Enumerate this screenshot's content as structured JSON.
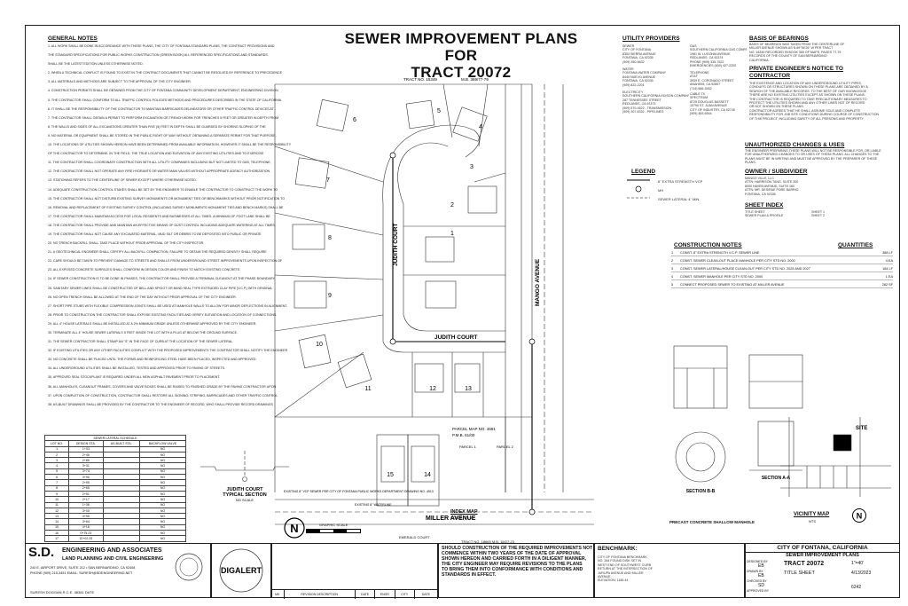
{
  "title": {
    "line1": "SEWER IMPROVEMENT PLANS",
    "line2": "FOR",
    "line3": "TRACT 20072"
  },
  "general_notes": {
    "heading": "GENERAL NOTES",
    "items": [
      "1. ALL WORK SHALL BE DONE IN ACCORDANCE WITH THESE PLANS, THE CITY OF FONTANA STANDARD PLANS, THE CONTRACT PROVISIONS AND",
      "THE STANDARD SPECIFICATIONS FOR PUBLIC WORKS CONSTRUCTION (GREEN BOOK) ALL REFERENCED SPECIFICATIONS AND STANDARDS",
      "SHALL BE THE LATEST EDITION UNLESS OTHERWISE NOTED.",
      "2. WHEN A TECHNICAL CONFLICT IS FOUND TO EXIST IN THE CONTRACT DOCUMENTS THAT CANNOT BE RESOLVED BY REFERENCE TO PRECEDENCE",
      "3. ALL MATERIALS AND METHODS ARE SUBJECT TO THE APPROVAL OF THE CITY ENGINEER.",
      "4. CONSTRUCTION PERMITS SHALL BE OBTAINED FROM THE CITY OF FONTANA COMMUNITY DEVELOPMENT DEPARTMENT, ENGINEERING DIVISION",
      "5. THE CONTRACTOR SHALL CONFORM TO ALL TRAFFIC CONTROL POLICIES METHODS AND PROCEDURES DESCRIBED IN THE STATE OF CALIFORNIA",
      "6. IT SHALL BE THE RESPONSIBILITY OF THE CONTRACTOR TO MAINTAIN BARRICADES DELINEATORS OR OTHER TRAFFIC CONTROL DEVICES AT",
      "7. THE CONTRACTOR SHALL OBTAIN A PERMIT TO PERFORM EXCAVATION OR TRENCH WORK FOR TRENCHES 5 FEET OR GREATER IN DEPTH FROM",
      "8. THE WALLS AND SIDES OF ALL EXCAVATIONS GREATER THAN FIVE (5) FEET IN DEPTH SHALL BE GUARDED BY SHORING SLOPING OF THE",
      "9. NO MATERIAL OR EQUIPMENT SHALL BE STORED IN THE PUBLIC RIGHT OF WAY WITHOUT OBTAINING A SEPARATE PERMIT FOR THAT PURPOSE.",
      "10. THE LOCATIONS OF UTILITIES SHOWN HEREON HAVE BEEN DETERMINED FROM AVAILABLE INFORMATION, HOWEVER IT SHALL BE THE RESPONSIBILITY",
      "OF THE CONTRACTOR TO DETERMINE, IN THE FIELD, THE TRUE LOCATION AND ELEVATION OF ANY EXISTING UTILITIES AND TO EXERCISE",
      "11. THE CONTRACTOR SHALL COORDINATE CONSTRUCTION WITH ALL UTILITY COMPANIES INCLUDING BUT NOT LIMITED TO GAS, TELEPHONE,",
      "12. THE CONTRACTOR SHALL NOT OPERATE ANY FIRE HYDRANTS OR WATER MAIN VALVES WITHOUT APPROPRIATE AGENCY AUTHORIZATION.",
      "13. STATIONING REFERS TO THE CENTERLINE OF SEWER EXCEPT WHERE OTHERWISE NOTED.",
      "14. ADEQUATE CONSTRUCTION CONTROL STAKES SHALL BE SET BY THE ENGINEER TO ENABLE THE CONTRACTOR TO CONSTRUCT THE WORK TO",
      "15. THE CONTRACTOR SHALL NOT DISTURB EXISTING SURVEY MONUMENTS OR MONUMENT TIES OR BENCHMARKS WITHOUT PRIOR NOTIFICATION TO",
      "16. REMOVAL AND REPLACEMENT OF EXISTING SURVEY CONTROL (INCLUDING SURVEY MONUMENTS MONUMENT TIES AND BENCH MARKS) SHALL BE",
      "17. THE CONTRACTOR SHALL MAINTAIN ACCESS FOR LOCAL RESIDENTS AND BUSINESSES AT ALL TIMES. A MINIMUM OF FOOT LANE SHALL BE",
      "18. THE CONTRACTOR SHALL PROVIDE AND MAINTAIN AN EFFECTIVE MEANS OF DUST CONTROL INCLUDING ADEQUATE WATERING AT ALL TIMES.",
      "19. THE CONTRACTOR SHALL NOT CAUSE ANY EXCAVATED MATERIAL, MUD SILT OR DEBRIS TO BE DEPOSITED INTO PUBLIC OR PRIVATE",
      "20. NO TRENCH BACKFILL SHALL TAKE PLACE WITHOUT PRIOR APPROVAL OF THE CITY INSPECTOR.",
      "21. A GEOTECHNICAL ENGINEER SHALL CERTIFY ALL BACKFILL COMPACTION. FAILURE TO OBTAIN THE REQUIRED DENSITY SHALL REQUIRE",
      "22. CARE SHOULD BE TAKEN TO PREVENT DAMAGE TO STREETS AND SHALLS FROM UNDERGROUND STREET IMPROVEMENTS UPON INSPECTION OF",
      "23. ALL EXPOSED CONCRETE SURFACES SHALL CONFORM IN DESIGN COLOR AND FINISH TO MATCH EXISTING CONCRETE.",
      "24. IF SEWER CONSTRUCTION IS TO BE DONE IN PHASES, THE CONTRACTOR SHALL PROVIDE A TERMINAL CLEANOUT AT THE PHASE BOUNDARY.",
      "25. SANITARY SEWER LINES SHALL BE CONSTRUCTED OF BELL AND SPIGOT OR BAND SEAL TYPE EXTRUDED CLAY PIPE (V.C.P.) WITH ORIGINAL",
      "26. NO OPEN TRENCH SHALL BE ALLOWED AT THE END OF THE DAY WITHOUT PRIOR APPROVAL OF THE CITY ENGINEER.",
      "27. SHORT PIPE STUBS WITH FLEXIBLE COMPRESSION JOINTS SHALL BE USED AT MANHOLE WALLS TO ALLOW FOR MINOR DEFLECTIONS IN ALIGNMENT.",
      "28. PRIOR TO CONSTRUCTION THE CONTRACTOR SHALL EXPOSE EXISTING FACILITIES AND VERIFY ELEVATION AND LOCATION OF CONNECTIONS.",
      "29. ALL 4\" HOUSE LATERALS SHALL BE INSTALLED AT A 2% MINIMUM GRADE UNLESS OTHERWISE APPROVED BY THE CITY ENGINEER.",
      "30. TERMINATE ALL 4\" HOUSE SEWER LATERALS 5 FEET INSIDE THE LOT WITH A PLUG AT BELOW THE GROUND SURFACE.",
      "31. THE SEWER CONTRACTOR SHALL STAMP AN \"S\" IN THE FACE OF CURB AT THE LOCATION OF THE SEWER LATERAL.",
      "32. IF EXISTING UTILITIES OR ANY OTHER FACILITIES CONFLICT WITH THE PROPOSED IMPROVEMENTS THE CONTRACTOR SHALL NOTIFY THE ENGINEER",
      "33. NO CONCRETE SHALL BE PLACED UNTIL THE FORMS AND REINFORCING STEEL HAVE BEEN PLACED, INSPECTED AND APPROVED.",
      "34. ALL UNDERGROUND UTILITIES SHALL BE INSTALLED, TESTED AND APPROVED PRIOR TO PAVING OF STREETS.",
      "35. APPROVED SEAL STOCKPLANT IS REQUIRED UNDER ALL NEW ASPHALT PAVEMENT PRIOR TO PLACEMENT.",
      "36. ALL MANHOLES, CLEANOUT FRAMES, COVERS AND VALVE BOXES SHALL BE RAISED TO FINISHED GRADE BY THE PAVING CONTRACTOR UPON",
      "37. UPON COMPLETION OF CONSTRUCTION, CONTRACTOR SHALL RESTORE ALL SIGNING, STRIPING, BARRICADES AND OTHER TRAFFIC CONTROL",
      "38. AS-BUILT DRAWINGS SHALL BE PROVIDED BY THE CONTRACTOR TO THE ENGINEER OF RECORD, WHO SHALL PROVIDE RECORD DRAWINGS"
    ]
  },
  "lateral_schedule": {
    "title": "SEWER LATERAL SCHEDULE",
    "columns": [
      "LOT NO.",
      "DESIGN STA.",
      "AS-BUILT STA.",
      "BACKFLOW VALVE"
    ],
    "rows": [
      [
        "1",
        "1+03",
        "",
        "NO"
      ],
      [
        "2",
        "2+46",
        "",
        "NO"
      ],
      [
        "3",
        "2+86",
        "",
        "NO"
      ],
      [
        "4",
        "3+31",
        "",
        "NO"
      ],
      [
        "5",
        "3+74",
        "",
        "NO"
      ],
      [
        "6",
        "3+96",
        "",
        "NO"
      ],
      [
        "7",
        "2+95",
        "",
        "NO"
      ],
      [
        "8",
        "2+65",
        "",
        "NO"
      ],
      [
        "9",
        "2+51",
        "",
        "NO"
      ],
      [
        "10",
        "2+17",
        "",
        "NO"
      ],
      [
        "11",
        "1+36",
        "",
        "NO"
      ],
      [
        "12",
        "3+00",
        "",
        "NO"
      ],
      [
        "13",
        "3+55",
        "",
        "NO"
      ],
      [
        "14",
        "3+64",
        "",
        "NO"
      ],
      [
        "15",
        "4+16",
        "",
        "NO"
      ],
      [
        "16",
        "0+75.23",
        "",
        "NO"
      ],
      [
        "17",
        "10+02.25",
        "",
        "NO"
      ]
    ]
  },
  "utility_providers": {
    "heading": "UTILITY PROVIDERS",
    "sewer": [
      "SEWER",
      "CITY OF FONTANA",
      "8353 SIERRA AVENUE",
      "FONTANA, CA 92335",
      "(909) 350-6632"
    ],
    "water": [
      "WATER",
      "FONTANA WATER COMPANY",
      "8440 NUEVO AVENUE",
      "FONTANA, CA 92335",
      "(909) 822-2201"
    ],
    "electricity": [
      "ELECTRICITY",
      "SOUTHERN CALIFORNIA EDISON COMPANY",
      "287 TENNESSEE STREET",
      "REDLANDS, CA 92373",
      "(909) 570-4522 - TRANSMISSION",
      "(909) 307-6332 - PIPELINES"
    ],
    "gas": [
      "GAS",
      "SOUTHERN CALIFORNIA GAS COMPANY",
      "1981 W. LUGONIA AVENUE",
      "REDLANDS, CA 92374",
      "PHONE (909) 335-7522",
      "EMERGENCIES (800) 427-2200"
    ],
    "telephone": [
      "TELEPHONE",
      "AT&T",
      "3939 E. CORONADO STREET",
      "ANAHEIM, CA 92807",
      "(714) 666-5452"
    ],
    "cable": [
      "CABLE TV",
      "SPECTRUM",
      "8725 DOUGLAS BASSETT",
      "10790 ST. JUAN AVENUE",
      "CITY OF INDUSTRY, CA 92745",
      "(909) 483-6544"
    ]
  },
  "basis_of_bearings": {
    "heading": "BASIS OF BEARINGS",
    "lines": [
      "BASIS OF BEARINGS WAS TAKEN FROM THE CENTERLINE OF",
      "MILLER AVENUE SHOWN AS N 89°56'26\" W PER TRACT",
      "NO. 18349 RECORDED IN BOOK 369 OF MAPS, PAGES 77-79",
      "RECORDS OF THE COUNTY OF SAN BERNARDINO",
      "CALIFORNIA."
    ]
  },
  "private_notice": {
    "heading": "PRIVATE ENGINEER'S NOTICE TO CONTRACTOR",
    "lines": [
      "THE EXISTENCE AND LOCATION OF ANY UNDERGROUND UTILITY PIPES,",
      "CONDUITS OR STRUCTURES SHOWN ON THESE PLANS ARE OBTAINED BY A",
      "SEARCH OF THE AVAILABLE RECORDS. TO THE BEST OF OUR KNOWLEDGE",
      "THERE ARE NO EXISTING UTILITIES EXCEPT AS SHOWN ON THESE PLANS.",
      "THE CONTRACTOR IS REQUIRED TO TAKE PRECAUTIONARY MEASURES TO",
      "PROTECT THE UTILITIES SHOWN AND ANY OTHER LINES NOT OF RECORD",
      "OR NOT SHOWN ON THESE PLANS.",
      "CONTRACTOR AGREES THAT HE SHALL ASSUME SOLE AND COMPLETE",
      "RESPONSIBILITY FOR JOB SITE CONDITIONS DURING COURSE OF CONSTRUCTION",
      "OF THIS PROJECT, INCLUDING SAFETY OF ALL PERSONS AND PROPERTY."
    ]
  },
  "unauthorized": {
    "heading": "UNAUTHORIZED CHANGES & USES",
    "lines": [
      "THE ENGINEER PREPARING THESE PLANS WILL NOT BE RESPONSIBLE FOR, OR LIABLE",
      "FOR UNAUTHORIZED CHANGES TO OR USES OF THESE PLANS. ALL CHANGES TO THE",
      "PLANS MUST BE IN WRITING AND MUST BE APPROVED BY THE PREPARER OF THESE",
      "PLANS."
    ]
  },
  "owner": {
    "heading": "OWNER / SUBDIVIDER",
    "lines": [
      "MANGO VILLE, LLC",
      "ATTN: HARRISON TANG, SUITE 300",
      "8000 HAVEN AVENUE, SUITE 160",
      "ATTN: MR. DESIRAE PORE BARRIO",
      "FONTANA, CA 92335"
    ]
  },
  "sheet_index": {
    "heading": "SHEET INDEX",
    "rows": [
      [
        "TITLE SHEET",
        "SHEET 1"
      ],
      [
        "SEWER PLAN & PROFILE",
        "SHEET 2"
      ]
    ]
  },
  "construction_notes": {
    "heading": "CONSTRUCTION NOTES",
    "qty_heading": "QUANTITIES",
    "rows": [
      [
        "1",
        "CONST. 8\" EXTRA STRENGTH V.C.P. SEWER LINE",
        "388 LF"
      ],
      [
        "2",
        "CONST. SEWER CLEAN-OUT PLACE MANHOLE PER CITY STD NO. 2000",
        "4 EA"
      ],
      [
        "3",
        "CONST. SEWER LATERAL/HOUSE CLEAN-OUT PER CITY STD NO. 2025 AND 2027",
        "184 LF"
      ],
      [
        "4",
        "CONST. SEWER MANHOLE PER CITY STD NO. 2000",
        "1 EA"
      ],
      [
        "5",
        "CONNECT PROPOSED SEWER TO EXISTING AT MILLER AVENUE",
        "282 SF"
      ]
    ]
  },
  "legend": {
    "heading": "LEGEND",
    "items": [
      "8\" EXTRA STRENGTH VCP",
      "MH",
      "SEWER LATERAL 4\" MIN."
    ]
  },
  "streets": {
    "judith_court": "JUDITH COURT",
    "mango_avenue": "MANGO AVENUE",
    "miller_avenue": "MILLER AVENUE",
    "tract_top": "TRACT NO. 15349",
    "mb_top": "M.B. 369/77-79",
    "parcel_map": "PARCEL MAP NO. 4691",
    "pmb": "P.M.B. 61/00"
  },
  "lots": [
    "1",
    "2",
    "3",
    "4",
    "5",
    "6",
    "7",
    "8",
    "9",
    "10",
    "11",
    "12",
    "13",
    "14",
    "15"
  ],
  "sections": {
    "judith": "JUDITH COURT",
    "typical": "TYPICAL SECTION",
    "nts": "NO SCALE",
    "section_bb": "SECTION B-B",
    "section_aa": "SECTION A-A",
    "manhole": "PRECAST CONCRETE SHALLOW MANHOLE",
    "site": "SITE",
    "vicinity": "VICINITY MAP",
    "vicinity_nts": "NTS",
    "index_map": "INDEX MAP",
    "index_scale": "SCALE: 1\"=40'",
    "graphic_scale": "GRAPHIC SCALE"
  },
  "engineer": {
    "name_line1": "S.D.",
    "name_line2": "ENGINEERING AND ASSOCIATES",
    "sub": "LAND PLANNING AND CIVIL ENGINEERING",
    "address": "240 E. AIRPORT DRIVE, SUITE 212 • SAN BERNARDINO, CA 92408",
    "phone": "PHONE (909) 215-3451    EMAIL: SURESH@SDENGINEERING.NET",
    "signer": "SURESH DOGGAN    R.C.E. 38381    DATE"
  },
  "digalert": {
    "name": "DIGALERT"
  },
  "notice_box": [
    "SHOULD CONSTRUCTION OF THE REQUIRED IMPROVEMENTS NOT",
    "COMMENCE WITHIN TWO YEARS OF THE DATE OF APPROVAL",
    "SHOWN HEREON AND CARRIED FORTH IN A DILIGENT MANNER,",
    "THE CITY ENGINEER MAY REQUIRE REVISIONS TO THE PLANS",
    "TO BRING THEM INTO CONFORMANCE WITH CONDITIONS AND",
    "STANDARDS IN EFFECT."
  ],
  "benchmark": {
    "heading": "BENCHMARK:",
    "lines": [
      "CITY OF FONTANA BENCHMARK",
      "NO. 264 FOUND DISK SET IN",
      "WEST END OF SOUTHWEST CURB",
      "RETURN AT THE INTERSECTION OF",
      "JURUPA AVENUE AND MILLER",
      "AVENUE.",
      "ELEVATION: 1185.44"
    ]
  },
  "title_block": {
    "city": "CITY OF FONTANA, CALIFORNIA",
    "plan": "SEWER IMPROVEMENT PLANS",
    "tract": "TRACT 20072",
    "sheet_title": "TITLE SHEET",
    "scale": "1\"=40'",
    "date": "4/13/2023",
    "designed_label": "DESIGNED BY",
    "designed": "EB",
    "drawn_label": "DRAWN BY",
    "drawn": "EB",
    "checked_label": "CHECKED BY",
    "checked": "SD",
    "approved_label": "APPROVED BY",
    "sheet_no": "6242",
    "rev_headers": [
      "MK",
      "REVISION DESCRIPTION",
      "DATE",
      "ENGR",
      "CITY",
      "DATE"
    ]
  },
  "labels": {
    "lot_line_tract": "TRACT NO. 18665 M.B. 18/27-23",
    "emerald": "EMERALD COURT",
    "parcel1": "PARCEL 1",
    "parcel2": "PARCEL 2",
    "ex_sewer": "EXISTING 8\" VCP SEWER PER CITY OF FONTANA PUBLIC WORKS DEPARTMENT DRAWING NO. 4513",
    "ex_water": "EXISTING 8\" WATERLINE"
  }
}
